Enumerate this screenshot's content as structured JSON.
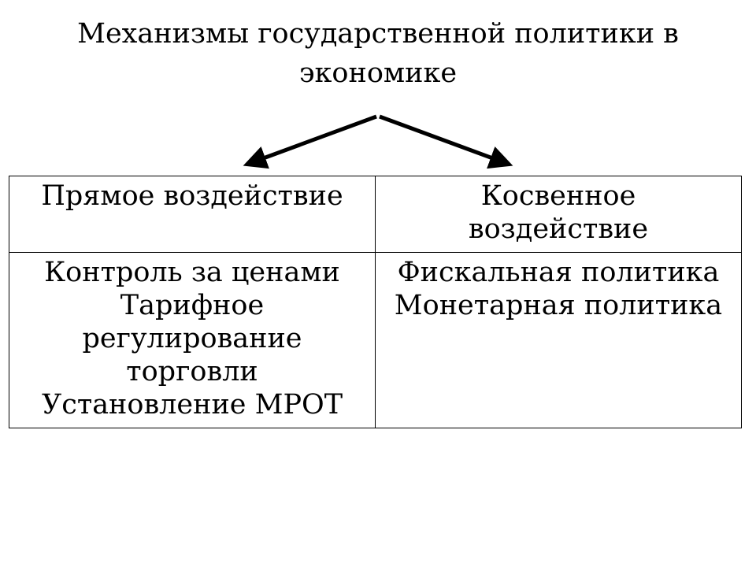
{
  "title": {
    "line1": "Механизмы государственной политики в",
    "line2": "экономике"
  },
  "columns": [
    {
      "header": [
        "Прямое воздействие"
      ],
      "items": [
        "Контроль за ценами",
        "Тарифное",
        "регулирование",
        "торговли",
        "Установление МРОТ"
      ]
    },
    {
      "header": [
        "Косвенное",
        "воздействие"
      ],
      "items": [
        "Фискальная политика",
        "Монетарная политика"
      ]
    }
  ]
}
